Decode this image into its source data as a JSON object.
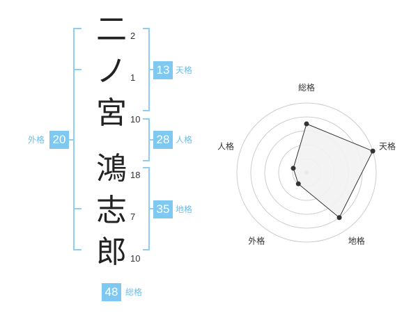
{
  "name": {
    "characters": [
      {
        "char": "二",
        "strokes": "2"
      },
      {
        "char": "ノ",
        "strokes": "1"
      },
      {
        "char": "宮",
        "strokes": "10"
      },
      {
        "char": "鴻",
        "strokes": "18"
      },
      {
        "char": "志",
        "strokes": "7"
      },
      {
        "char": "郎",
        "strokes": "10"
      }
    ]
  },
  "scores": {
    "tenkaku": {
      "value": "13",
      "label": "天格"
    },
    "jinkaku": {
      "value": "28",
      "label": "人格"
    },
    "chikaku": {
      "value": "35",
      "label": "地格"
    },
    "gaikaku": {
      "value": "20",
      "label": "外格"
    },
    "soukaku": {
      "value": "48",
      "label": "総格"
    }
  },
  "radar": {
    "axes": [
      "総格",
      "天格",
      "地格",
      "外格",
      "人格"
    ],
    "levels": 5,
    "values": [
      3.5,
      5.0,
      4.0,
      1.0,
      1.0
    ],
    "colors": {
      "fill": "#f2f2f2",
      "line": "#333333",
      "grid": "#cccccc",
      "point": "#333333",
      "center": "#bbbbbb"
    }
  }
}
